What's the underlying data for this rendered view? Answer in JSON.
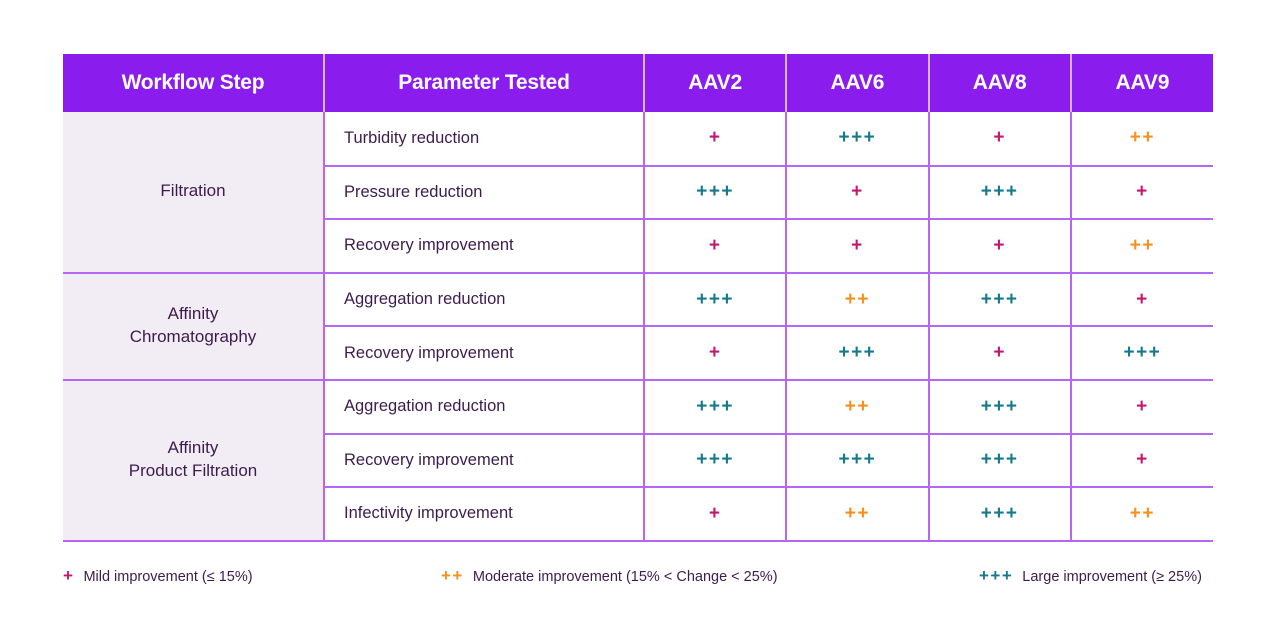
{
  "table": {
    "headers": [
      {
        "label": "Workflow Step",
        "name": "header-workflow-step"
      },
      {
        "label": "Parameter Tested",
        "name": "header-parameter-tested"
      },
      {
        "label": "AAV2",
        "name": "header-aav2"
      },
      {
        "label": "AAV6",
        "name": "header-aav6"
      },
      {
        "label": "AAV8",
        "name": "header-aav8"
      },
      {
        "label": "AAV9",
        "name": "header-aav9"
      }
    ],
    "groups": [
      {
        "step": "Filtration",
        "rows": [
          {
            "parameter": "Turbidity reduction",
            "aav2": "+",
            "aav6": "+++",
            "aav8": "+",
            "aav9": "++"
          },
          {
            "parameter": "Pressure reduction",
            "aav2": "+++",
            "aav6": "+",
            "aav8": "+++",
            "aav9": "+"
          },
          {
            "parameter": "Recovery improvement",
            "aav2": "+",
            "aav6": "+",
            "aav8": "+",
            "aav9": "++"
          }
        ]
      },
      {
        "step": "Affinity\nChromatography",
        "rows": [
          {
            "parameter": "Aggregation reduction",
            "aav2": "+++",
            "aav6": "++",
            "aav8": "+++",
            "aav9": "+"
          },
          {
            "parameter": "Recovery improvement",
            "aav2": "+",
            "aav6": "+++",
            "aav8": "+",
            "aav9": "+++"
          }
        ]
      },
      {
        "step": "Affinity\nProduct Filtration",
        "rows": [
          {
            "parameter": "Aggregation reduction",
            "aav2": "+++",
            "aav6": "++",
            "aav8": "+++",
            "aav9": "+"
          },
          {
            "parameter": "Recovery improvement",
            "aav2": "+++",
            "aav6": "+++",
            "aav8": "+++",
            "aav9": "+"
          },
          {
            "parameter": "Infectivity improvement",
            "aav2": "+",
            "aav6": "++",
            "aav8": "+++",
            "aav9": "++"
          }
        ]
      }
    ]
  },
  "legend": [
    {
      "symbol": "+",
      "text": "Mild improvement (≤ 15%)",
      "level": 1
    },
    {
      "symbol": "++",
      "text": "Moderate improvement (15% < Change < 25%)",
      "level": 2
    },
    {
      "symbol": "+++",
      "text": "Large improvement (≥ 25%)",
      "level": 3
    }
  ],
  "colors": {
    "header_purple": "#8B1CEE",
    "group_tint": "#F2ECF4",
    "border": "#B566F5",
    "text": "#3E1B4D",
    "level1": "#C2186F",
    "level2": "#F5901F",
    "level3": "#16788C"
  }
}
